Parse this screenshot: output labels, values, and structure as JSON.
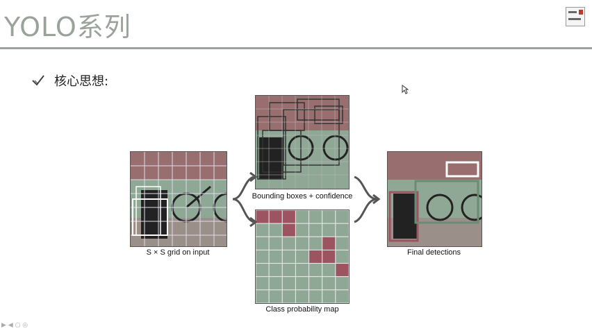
{
  "header": {
    "title": "YOLO系列"
  },
  "bullet": {
    "text": "核心思想:"
  },
  "figure": {
    "caption_input": "S × S grid on input",
    "caption_boxes": "Bounding boxes + confidence",
    "caption_classmap": "Class probability map",
    "caption_final": "Final detections"
  },
  "colors": {
    "green": "#8fa895",
    "red": "#9c5560",
    "accent": "#9aa39a"
  },
  "classmap": [
    [
      1,
      1,
      1,
      0,
      0,
      0,
      0
    ],
    [
      0,
      0,
      1,
      0,
      0,
      0,
      0
    ],
    [
      0,
      0,
      0,
      0,
      0,
      1,
      0
    ],
    [
      0,
      0,
      0,
      0,
      1,
      1,
      0
    ],
    [
      0,
      0,
      0,
      0,
      0,
      0,
      1
    ],
    [
      0,
      0,
      0,
      0,
      0,
      0,
      0
    ],
    [
      0,
      0,
      0,
      0,
      0,
      0,
      0
    ]
  ]
}
